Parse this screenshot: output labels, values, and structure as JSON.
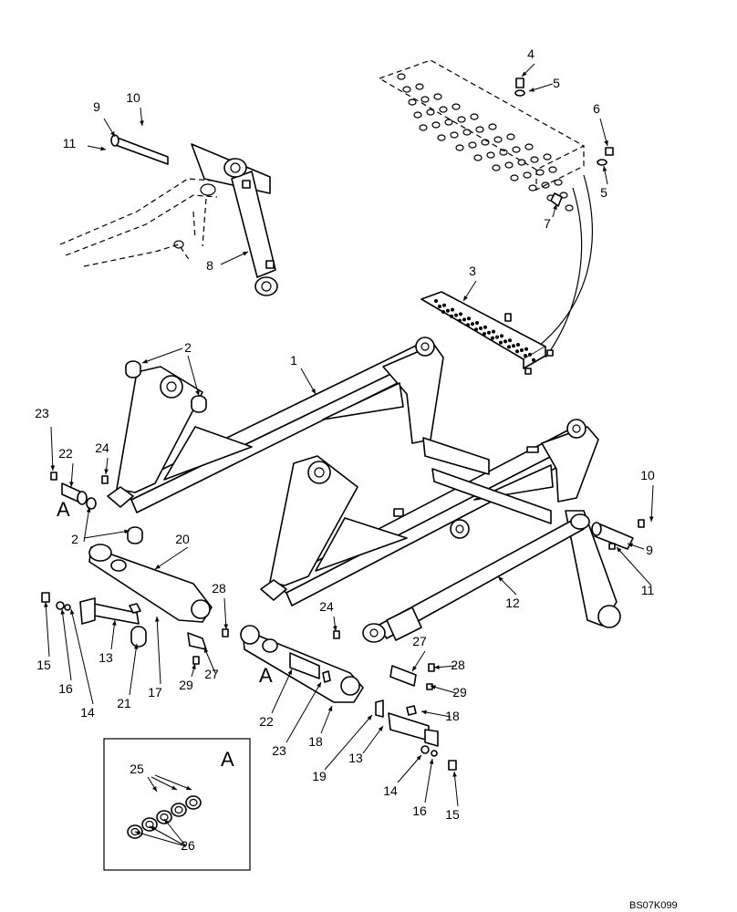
{
  "figure": {
    "reference_code": "BS07K099",
    "detail_letter": "A",
    "callouts": [
      {
        "id": "c1",
        "label": "1"
      },
      {
        "id": "c2a",
        "label": "2"
      },
      {
        "id": "c2b",
        "label": "2"
      },
      {
        "id": "c3",
        "label": "3"
      },
      {
        "id": "c4",
        "label": "4"
      },
      {
        "id": "c5a",
        "label": "5"
      },
      {
        "id": "c5b",
        "label": "5"
      },
      {
        "id": "c6",
        "label": "6"
      },
      {
        "id": "c7",
        "label": "7"
      },
      {
        "id": "c8",
        "label": "8"
      },
      {
        "id": "c9a",
        "label": "9"
      },
      {
        "id": "c9b",
        "label": "9"
      },
      {
        "id": "c10a",
        "label": "10"
      },
      {
        "id": "c10b",
        "label": "10"
      },
      {
        "id": "c11a",
        "label": "11"
      },
      {
        "id": "c11b",
        "label": "11"
      },
      {
        "id": "c12",
        "label": "12"
      },
      {
        "id": "c13a",
        "label": "13"
      },
      {
        "id": "c13b",
        "label": "13"
      },
      {
        "id": "c14a",
        "label": "14"
      },
      {
        "id": "c14b",
        "label": "14"
      },
      {
        "id": "c15a",
        "label": "15"
      },
      {
        "id": "c15b",
        "label": "15"
      },
      {
        "id": "c16a",
        "label": "16"
      },
      {
        "id": "c16b",
        "label": "16"
      },
      {
        "id": "c17",
        "label": "17"
      },
      {
        "id": "c18a",
        "label": "18"
      },
      {
        "id": "c18b",
        "label": "18"
      },
      {
        "id": "c19",
        "label": "19"
      },
      {
        "id": "c20",
        "label": "20"
      },
      {
        "id": "c21",
        "label": "21"
      },
      {
        "id": "c22a",
        "label": "22"
      },
      {
        "id": "c22b",
        "label": "22"
      },
      {
        "id": "c23a",
        "label": "23"
      },
      {
        "id": "c23b",
        "label": "23"
      },
      {
        "id": "c24a",
        "label": "24"
      },
      {
        "id": "c24b",
        "label": "24"
      },
      {
        "id": "c25",
        "label": "25"
      },
      {
        "id": "c26",
        "label": "26"
      },
      {
        "id": "c27a",
        "label": "27"
      },
      {
        "id": "c27b",
        "label": "27"
      },
      {
        "id": "c28a",
        "label": "28"
      },
      {
        "id": "c28b",
        "label": "28"
      },
      {
        "id": "c29a",
        "label": "29"
      },
      {
        "id": "c29b",
        "label": "29"
      }
    ],
    "section_markers": [
      {
        "id": "a1",
        "label": "A"
      },
      {
        "id": "a2",
        "label": "A"
      }
    ]
  }
}
